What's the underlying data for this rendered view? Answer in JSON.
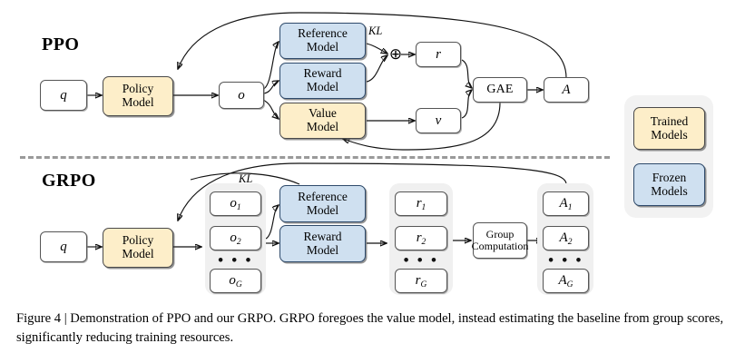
{
  "figure": {
    "caption": "Figure 4 | Demonstration of PPO and our GRPO. GRPO foregoes the value model, instead estimating the baseline from group scores, significantly reducing training resources."
  },
  "colors": {
    "trained_fill": "#fdeec9",
    "trained_border": "#4a4a4a",
    "frozen_fill": "#cfe0f0",
    "frozen_border": "#2e4a6b",
    "group_panel": "#f0f0f0",
    "legend_panel": "#f2f2f2",
    "divider": "#9a9a9a",
    "edge": "#111111"
  },
  "ppo": {
    "title": "PPO",
    "nodes": {
      "query": "q",
      "policy_model": {
        "line1": "Policy",
        "line2": "Model"
      },
      "output": "o",
      "reference_model": {
        "line1": "Reference",
        "line2": "Model"
      },
      "reward_model": {
        "line1": "Reward",
        "line2": "Model"
      },
      "value_model": {
        "line1": "Value",
        "line2": "Model"
      },
      "plus": "⊕",
      "reward": "r",
      "value": "v",
      "gae": "GAE",
      "advantage": "A"
    },
    "edge_labels": {
      "kl": "KL"
    }
  },
  "grpo": {
    "title": "GRPO",
    "nodes": {
      "query": "q",
      "policy_model": {
        "line1": "Policy",
        "line2": "Model"
      },
      "reference_model": {
        "line1": "Reference",
        "line2": "Model"
      },
      "reward_model": {
        "line1": "Reward",
        "line2": "Model"
      },
      "group_computation": {
        "line1": "Group",
        "line2": "Computation"
      }
    },
    "edge_labels": {
      "kl": "KL"
    },
    "outputs": {
      "items": [
        "o1",
        "o2",
        "oG"
      ],
      "ellipsis": "• • •"
    },
    "rewards": {
      "items": [
        "r1",
        "r2",
        "rG"
      ],
      "ellipsis": "• • •"
    },
    "advantages": {
      "items": [
        "A1",
        "A2",
        "AG"
      ],
      "ellipsis": "• • •"
    }
  },
  "legend": {
    "trained": {
      "line1": "Trained",
      "line2": "Models"
    },
    "frozen": {
      "line1": "Frozen",
      "line2": "Models"
    }
  }
}
